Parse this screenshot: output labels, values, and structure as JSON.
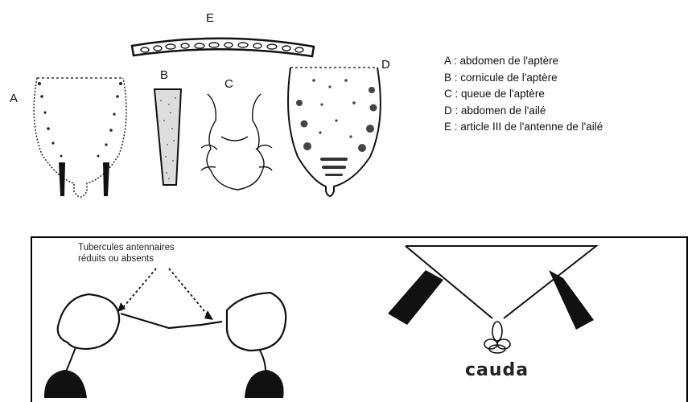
{
  "labels": {
    "a": "A",
    "b": "B",
    "c": "C",
    "d": "D",
    "e": "E"
  },
  "legend": [
    "A : abdomen de l'aptère",
    "B : cornicule de l'aptère",
    "C : queue de l'aptère",
    "D : abdomen de l'ailé",
    "E : article III de l'antenne de l'ailé"
  ],
  "annotation": {
    "line1": "Tubercules antennaires",
    "line2": "réduits ou absents"
  },
  "cauda_label": "cauda"
}
